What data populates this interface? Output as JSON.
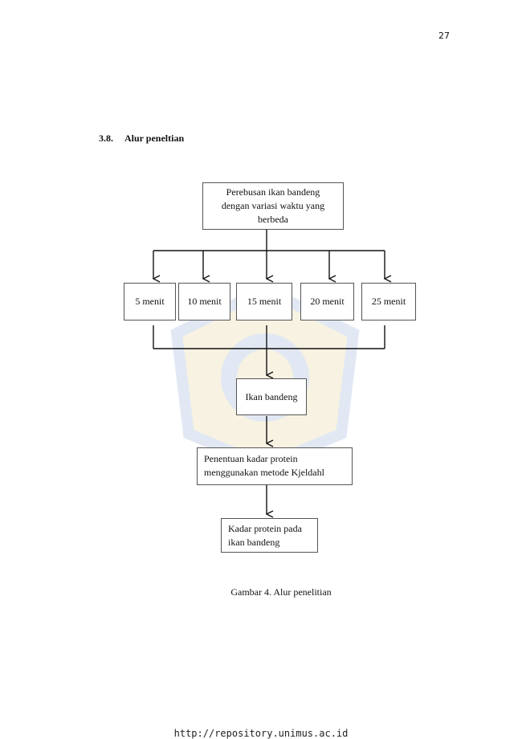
{
  "page_number": "27",
  "section": {
    "number": "3.8.",
    "title": "Alur peneltian"
  },
  "flowchart": {
    "start": "Perebusan ikan bandeng dengan variasi waktu yang berbeda",
    "times": [
      "5 menit",
      "10 menit",
      "15 menit",
      "20 menit",
      "25 menit"
    ],
    "sample": "Ikan bandeng",
    "method": "Penentuan kadar protein menggunakan metode Kjeldahl",
    "result": "Kadar protein pada ikan bandeng"
  },
  "caption": "Gambar 4. Alur penelitian",
  "footer_url": "http://repository.unimus.ac.id"
}
